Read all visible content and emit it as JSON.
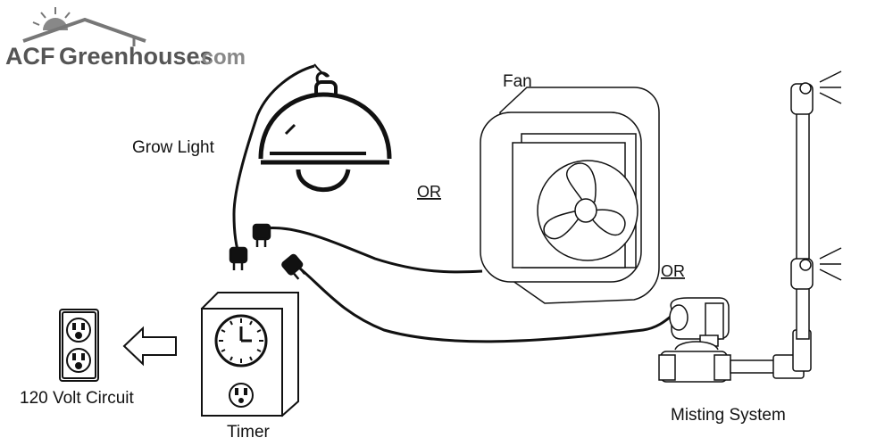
{
  "logo": {
    "brand": "ACF",
    "name": "Greenhouses",
    "domain": ".com"
  },
  "labels": {
    "grow_light": "Grow Light",
    "fan": "Fan",
    "or_1": "OR",
    "or_2": "OR",
    "circuit": "120 Volt Circuit",
    "timer": "Timer",
    "misting": "Misting System"
  },
  "colors": {
    "line": "#111111",
    "logo_gray": "#555555",
    "logo_light": "#888888"
  },
  "icons": [
    "sun-icon",
    "house-roof-icon",
    "lamp-icon",
    "plug-icon",
    "fan-icon",
    "clock-icon",
    "outlet-icon",
    "arrow-left-icon",
    "valve-icon",
    "mister-nozzle-icon"
  ]
}
